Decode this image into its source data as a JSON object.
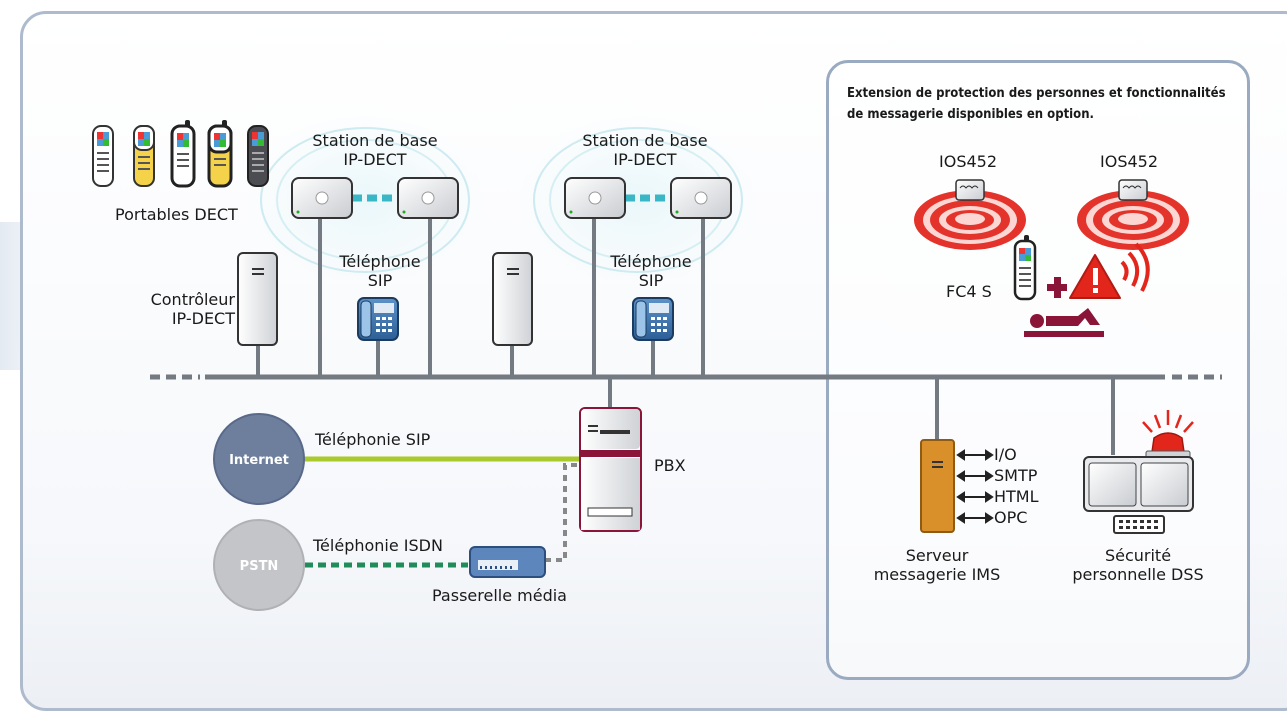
{
  "handsets_label": "Portables DECT",
  "station_label_1": "Station de base\nIP-DECT",
  "station_label_2": "Station de base\nIP-DECT",
  "controller_label": "Contrôleur\nIP-DECT",
  "sip_phone_label_1": "Téléphone\nSIP",
  "sip_phone_label_2": "Téléphone\nSIP",
  "internet_label": "Internet",
  "pstn_label": "PSTN",
  "sip_telephony_label": "Téléphonie SIP",
  "isdn_telephony_label": "Téléphonie ISDN",
  "pbx_label": "PBX",
  "media_gateway_label": "Passerelle média",
  "option_note": "Extension de protection des personnes et fonctionnalités de messagerie disponibles en option.",
  "ios_label_1": "IOS452",
  "ios_label_2": "IOS452",
  "fc4s_label": "FC4 S",
  "ims_protocols": [
    "I/O",
    "SMTP",
    "HTML",
    "OPC"
  ],
  "ims_label": "Serveur\nmessagerie IMS",
  "dss_label": "Sécurité\npersonnelle DSS",
  "colors": {
    "panel_border": "#aebbcd",
    "bus_line": "#747a82",
    "sip_link": "#a9c92d",
    "isdn_link": "#1f8c5a",
    "dect_link": "#3ab7c6",
    "internet_cloud": "#6e7f9d",
    "pstn_cloud": "#c4c5c8",
    "ios_ring": "#e4332a",
    "pbx_accent": "#8a1538",
    "ims_server": "#d98f2a",
    "alarm": "#e3261c"
  },
  "icons": [
    "dect-handset-icon",
    "base-station-icon",
    "controller-icon",
    "sip-phone-icon",
    "pbx-icon",
    "media-gateway-icon",
    "ios-sensor-icon",
    "warning-icon",
    "plus-icon",
    "person-down-icon",
    "server-icon",
    "alarm-beacon-icon",
    "keypad-icon"
  ]
}
